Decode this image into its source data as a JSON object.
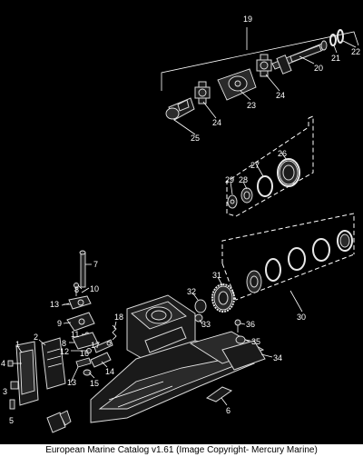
{
  "callouts": {
    "c1": "1",
    "c2": "2",
    "c3": "3",
    "c4": "4",
    "c5": "5",
    "c6": "6",
    "c7": "7",
    "c8a": "8",
    "c8b": "8",
    "c9": "9",
    "c10": "10",
    "c11": "11",
    "c12": "12",
    "c13a": "13",
    "c13b": "13",
    "c14": "14",
    "c15": "15",
    "c16": "16",
    "c17": "17",
    "c18": "18",
    "c19": "19",
    "c20": "20",
    "c21": "21",
    "c22": "22",
    "c23": "23",
    "c24a": "24",
    "c24b": "24",
    "c25": "25",
    "c26": "26",
    "c27": "27",
    "c28": "28",
    "c29": "29",
    "c30": "30",
    "c31": "31",
    "c32": "32",
    "c33": "33",
    "c34": "34",
    "c35": "35",
    "c36": "36"
  },
  "footer": {
    "caption": "European Marine Catalog v1.61 (Image Copyright- Mercury Marine)"
  }
}
